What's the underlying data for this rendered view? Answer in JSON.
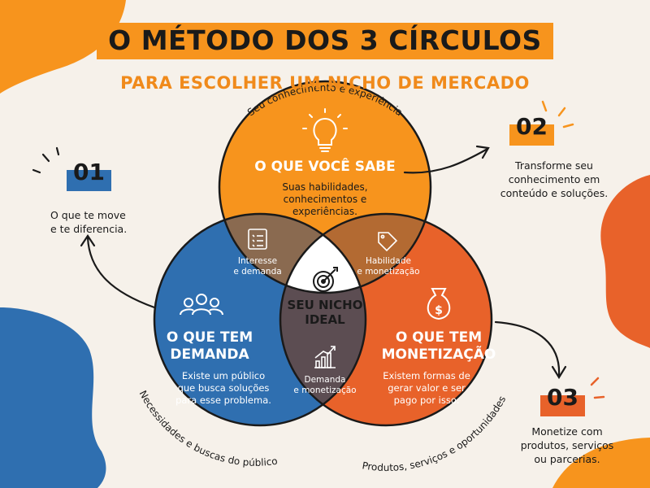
{
  "title": "O MÉTODO DOS 3 CÍRCULOS",
  "subtitle": "PARA ESCOLHER UM NICHO DE MERCADO",
  "circles": {
    "top": {
      "title": "O QUE VOCÊ SABE",
      "desc": [
        "Suas habilidades,",
        "conhecimentos e",
        "experiências."
      ],
      "outer_label": "Seu conhecimento e experiência",
      "icon": "lightbulb-icon",
      "color": "#f7941d"
    },
    "left": {
      "title": [
        "O QUE TEM",
        "DEMANDA"
      ],
      "desc": [
        "Existe um público",
        "que busca soluções",
        "para esse problema."
      ],
      "outer_label": "Necessidades e buscas do público",
      "icon": "people-icon",
      "color": "#2f6fb0"
    },
    "right": {
      "title": [
        "O QUE TEM",
        "MONETIZAÇÃO"
      ],
      "desc": [
        "Existem formas de",
        "gerar valor e ser",
        "pago por isso."
      ],
      "outer_label": "Produtos, serviços e oportunidades",
      "icon": "money-bag-icon",
      "color": "#e8622a"
    }
  },
  "overlaps": {
    "top_left": {
      "label": [
        "Interesse",
        "e demanda"
      ],
      "icon": "checklist-icon"
    },
    "top_right": {
      "label": [
        "Habilidade",
        "e monetização"
      ],
      "icon": "price-tag-icon"
    },
    "bottom": {
      "label": [
        "Demanda",
        "e monetização"
      ],
      "icon": "growth-chart-icon"
    },
    "center": {
      "label": [
        "SEU NICHO",
        "IDEAL"
      ],
      "icon": "target-icon"
    }
  },
  "steps": [
    {
      "number": "01",
      "text": [
        "O que te move",
        "e te diferencia."
      ]
    },
    {
      "number": "02",
      "text": [
        "Transforme seu",
        "conhecimento em",
        "conteúdo e soluções."
      ]
    },
    {
      "number": "03",
      "text": [
        "Monetize com",
        "produtos, serviços",
        "ou parcerias."
      ]
    }
  ],
  "colors": {
    "background": "#f6f1ea",
    "accent_orange": "#f7941d",
    "blue": "#2f6fb0",
    "red_orange": "#e8622a",
    "step_badge_blue": "#2f6fb0",
    "step_badge_orange": "#f7941d",
    "step_badge_red": "#e8622a"
  }
}
